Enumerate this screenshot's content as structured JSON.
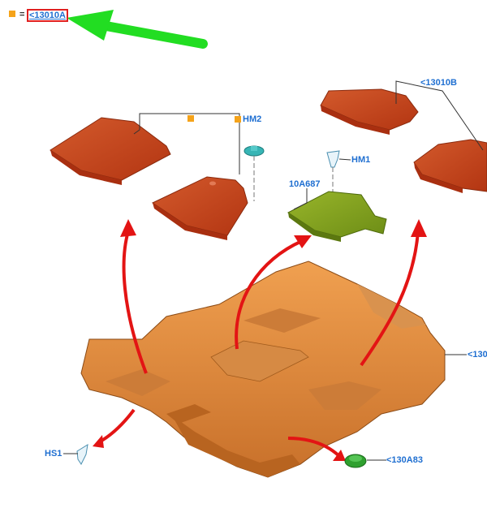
{
  "legend": {
    "equals": "=",
    "ref": "<13010A"
  },
  "labels": {
    "hm2": "HM2",
    "hm1": "HM1",
    "p10a687": "10A687",
    "r13010b": "<13010B",
    "r130": "<130",
    "hs1": "HS1",
    "r130a83": "<130A83"
  },
  "colors": {
    "mat_red": "#c2411d",
    "carpet_orange": "#e0883a",
    "insulator_green": "#7a9a1e",
    "clip_cyan": "#37b5b5",
    "grommet_green": "#2fa02f",
    "arrow_red": "#e31414",
    "pointer_green": "#22dd22",
    "marker_orange": "#f5a31a",
    "label_blue": "#1f6fd1"
  }
}
